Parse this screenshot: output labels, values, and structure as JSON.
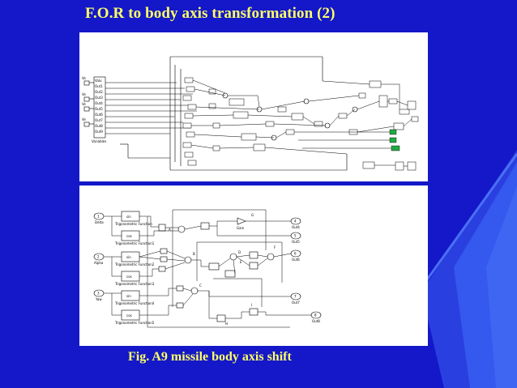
{
  "slide": {
    "title": "F.O.R  to body axis transformation (2)",
    "caption": "Fig. A9 missile body axis shift",
    "colors": {
      "background": "#1418c8",
      "title_text": "#ffff66",
      "accent_stripe": "#2f4fe8",
      "diagram_bg": "#ffffff"
    }
  },
  "top_diagram": {
    "mux_label": "Variables",
    "input_port_labels": [
      "Ve",
      "Ve",
      "Ve",
      "Ve"
    ],
    "mux_ports": [
      "Valu",
      "Out1",
      "Out2",
      "Out3",
      "Out4",
      "Out5",
      "Out6",
      "Out7",
      "Out8",
      "Out9"
    ]
  },
  "bottom_diagram": {
    "inputs": [
      {
        "num": "1",
        "name": "Delta"
      },
      {
        "num": "2",
        "name": "Alpha"
      },
      {
        "num": "3",
        "name": "Yaw"
      }
    ],
    "trig_blocks": [
      {
        "fn": "sin",
        "label": "Trigonometric Function"
      },
      {
        "fn": "cos",
        "label": "Trigonometric Function1"
      },
      {
        "fn": "sin",
        "label": "Trigonometric Function2"
      },
      {
        "fn": "cos",
        "label": "Trigonometric Function3"
      },
      {
        "fn": "sin",
        "label": "Trigonometric Function4"
      },
      {
        "fn": "cos",
        "label": "Trigonometric Function5"
      }
    ],
    "gain_label": "Gain",
    "gain_tag": "G",
    "outputs": [
      {
        "num": "4",
        "name": "Out4"
      },
      {
        "num": "5",
        "name": "Out5"
      },
      {
        "num": "6",
        "name": "Out6"
      },
      {
        "num": "7",
        "name": "Out7"
      },
      {
        "num": "8",
        "name": "Out8"
      }
    ],
    "node_tags": [
      "A",
      "B",
      "C",
      "D",
      "E",
      "F",
      "H",
      "I"
    ]
  }
}
